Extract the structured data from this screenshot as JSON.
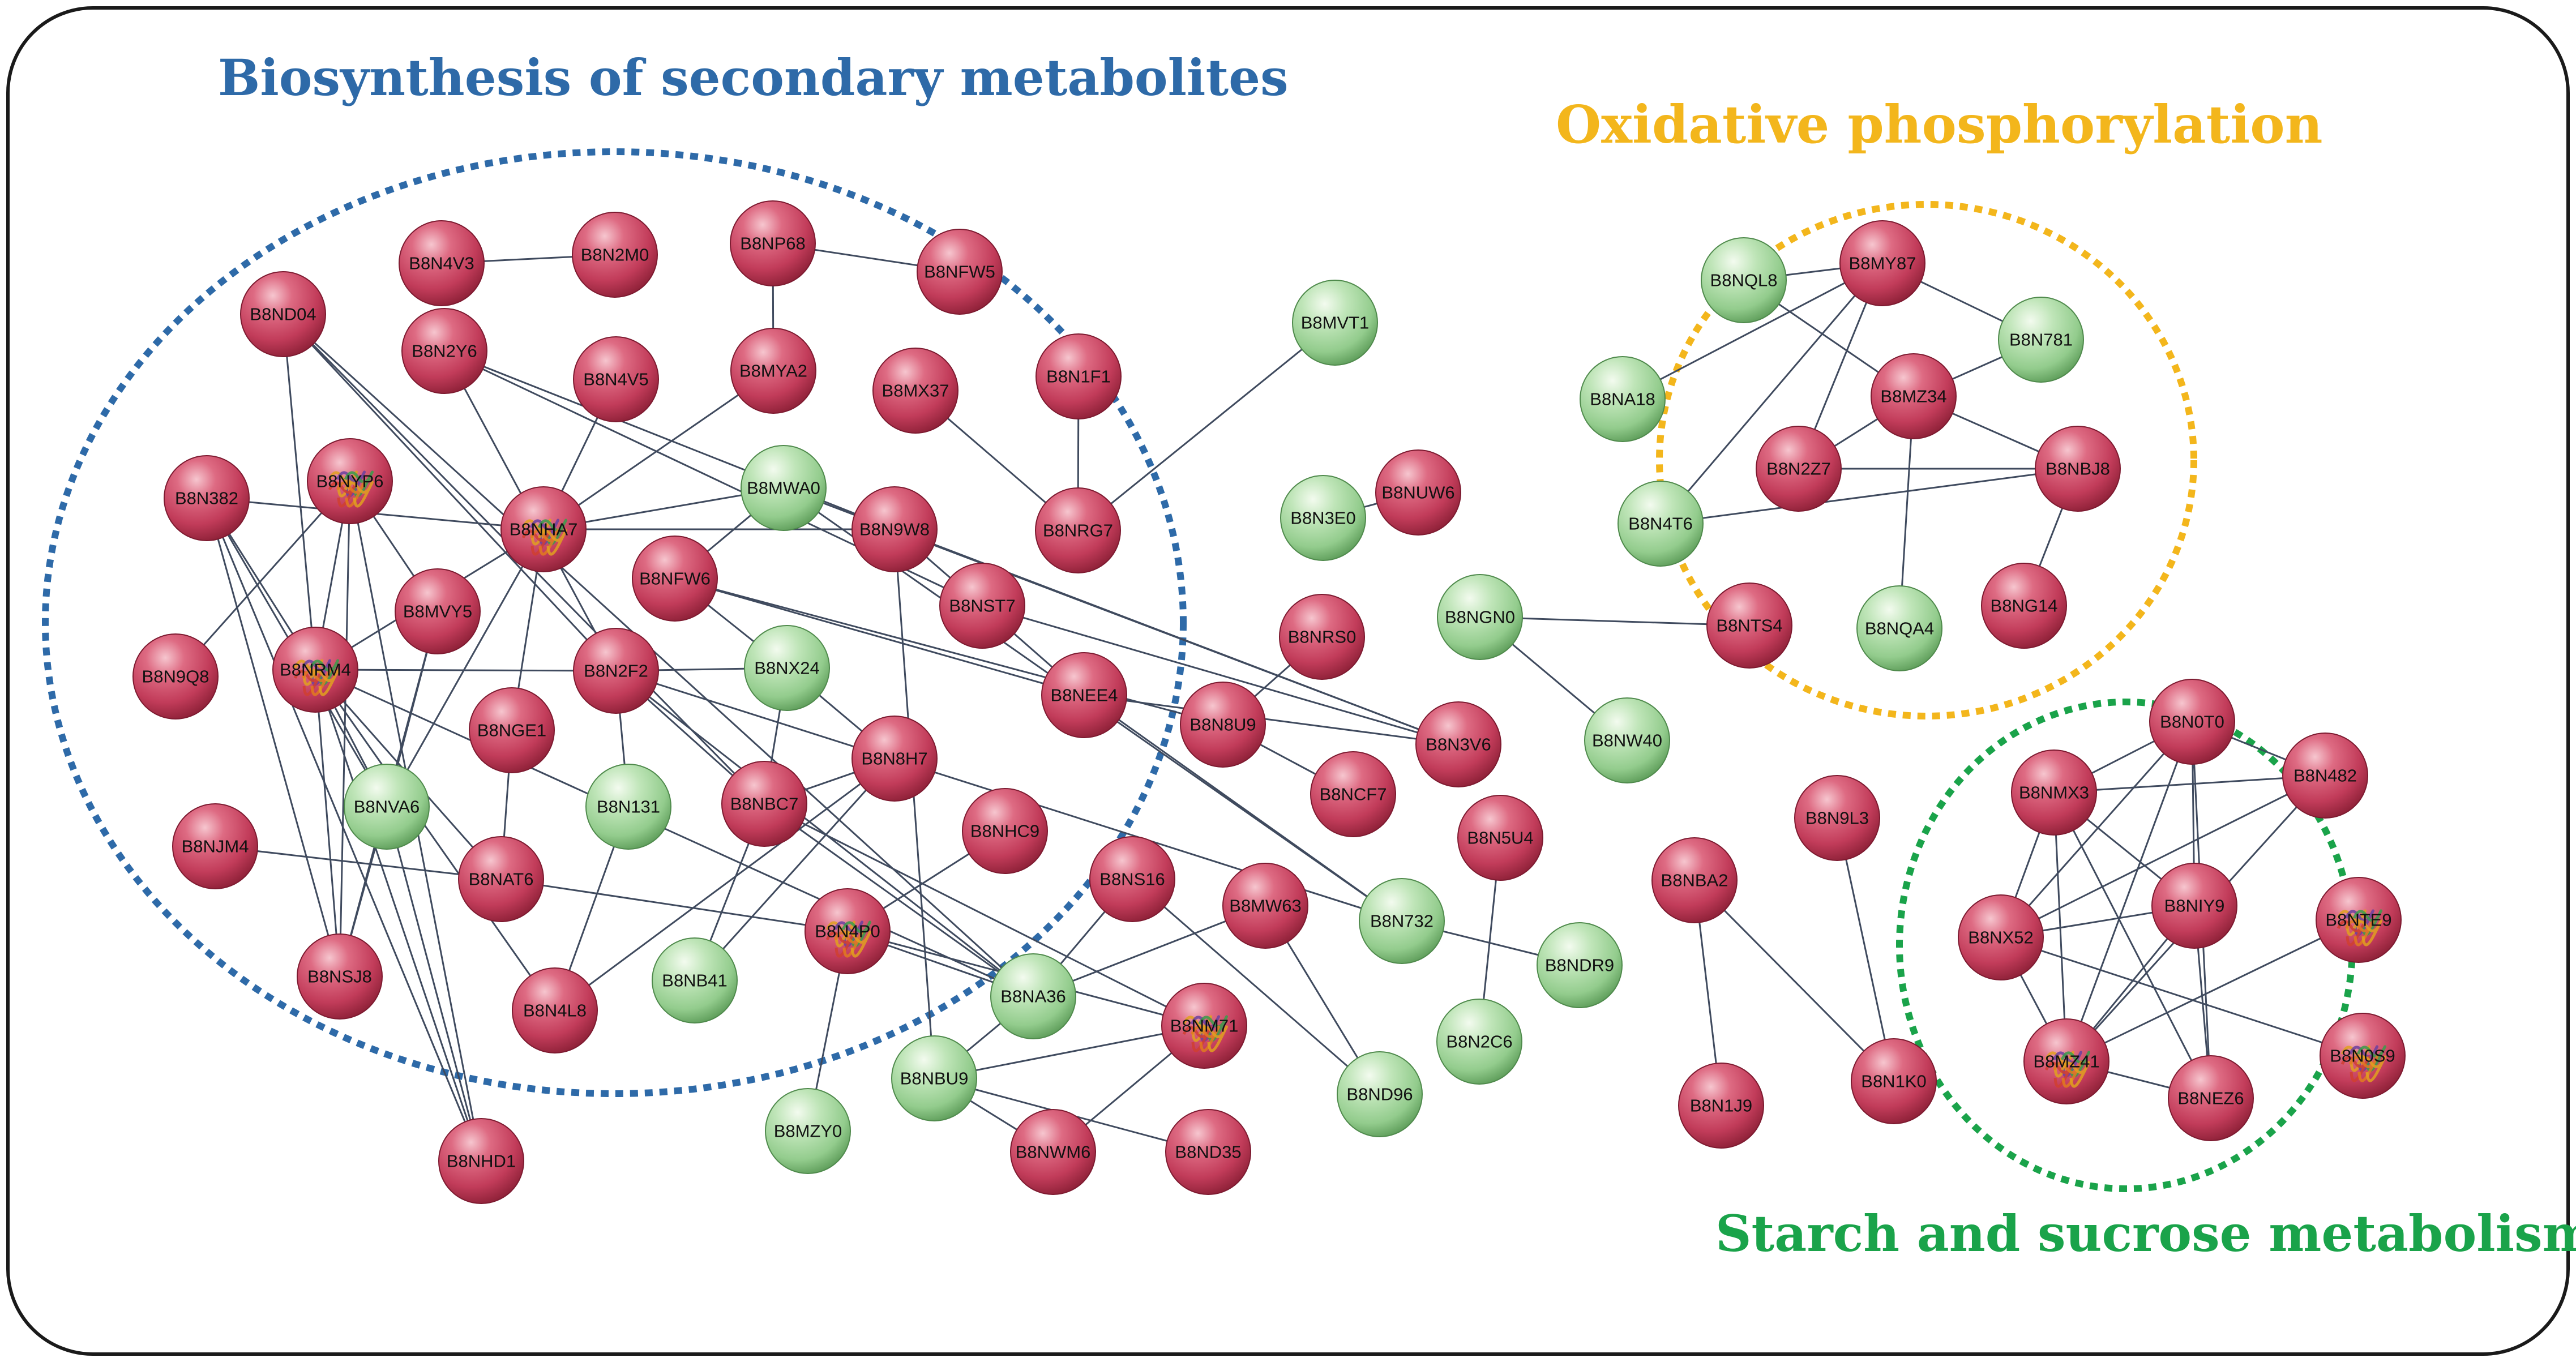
{
  "clusters": [
    {
      "id": "bio",
      "title": "Biosynthesis of secondary metabolites",
      "color": "#2e6aa8"
    },
    {
      "id": "ox",
      "title": "Oxidative phosphorylation",
      "color": "#f3b61c"
    },
    {
      "id": "starch",
      "title": "Starch and sucrose metabolism",
      "color": "#1aa34a"
    }
  ],
  "colors": {
    "red_node": "#c9425e",
    "green_node": "#9fd39a",
    "edge": "#3f4a5e",
    "frame": "#1a1a1a"
  },
  "nodes": [
    {
      "id": "B8N4V3",
      "color": "red"
    },
    {
      "id": "B8N2M0",
      "color": "red"
    },
    {
      "id": "B8NP68",
      "color": "red"
    },
    {
      "id": "B8NFW5",
      "color": "red"
    },
    {
      "id": "B8ND04",
      "color": "red"
    },
    {
      "id": "B8N2Y6",
      "color": "red"
    },
    {
      "id": "B8N4V5",
      "color": "red"
    },
    {
      "id": "B8MYA2",
      "color": "red"
    },
    {
      "id": "B8MX37",
      "color": "red"
    },
    {
      "id": "B8N1F1",
      "color": "red"
    },
    {
      "id": "B8N382",
      "color": "red"
    },
    {
      "id": "B8NYP6",
      "color": "red",
      "structure": true
    },
    {
      "id": "B8NHA7",
      "color": "red",
      "structure": true
    },
    {
      "id": "B8MWA0",
      "color": "green"
    },
    {
      "id": "B8N9W8",
      "color": "red"
    },
    {
      "id": "B8NRG7",
      "color": "red"
    },
    {
      "id": "B8NFW6",
      "color": "red"
    },
    {
      "id": "B8NST7",
      "color": "red"
    },
    {
      "id": "B8MVY5",
      "color": "red"
    },
    {
      "id": "B8N9Q8",
      "color": "red"
    },
    {
      "id": "B8NRM4",
      "color": "red",
      "structure": true
    },
    {
      "id": "B8N2F2",
      "color": "red"
    },
    {
      "id": "B8NX24",
      "color": "green"
    },
    {
      "id": "B8NEE4",
      "color": "red"
    },
    {
      "id": "B8NGE1",
      "color": "red"
    },
    {
      "id": "B8N131",
      "color": "green"
    },
    {
      "id": "B8NBC7",
      "color": "red"
    },
    {
      "id": "B8N8H7",
      "color": "red"
    },
    {
      "id": "B8NVA6",
      "color": "green"
    },
    {
      "id": "B8NJM4",
      "color": "red"
    },
    {
      "id": "B8NAT6",
      "color": "red"
    },
    {
      "id": "B8NHC9",
      "color": "red"
    },
    {
      "id": "B8N4P0",
      "color": "red",
      "structure": true
    },
    {
      "id": "B8NSJ8",
      "color": "red"
    },
    {
      "id": "B8N4L8",
      "color": "red"
    },
    {
      "id": "B8NB41",
      "color": "green"
    },
    {
      "id": "B8NHD1",
      "color": "red"
    },
    {
      "id": "B8MVT1",
      "color": "green"
    },
    {
      "id": "B8N3E0",
      "color": "green"
    },
    {
      "id": "B8NUW6",
      "color": "red"
    },
    {
      "id": "B8NRS0",
      "color": "red"
    },
    {
      "id": "B8NGN0",
      "color": "green"
    },
    {
      "id": "B8N8U9",
      "color": "red"
    },
    {
      "id": "B8N3V6",
      "color": "red"
    },
    {
      "id": "B8NCF7",
      "color": "red"
    },
    {
      "id": "B8NW40",
      "color": "green"
    },
    {
      "id": "B8NS16",
      "color": "red"
    },
    {
      "id": "B8MW63",
      "color": "red"
    },
    {
      "id": "B8N732",
      "color": "green"
    },
    {
      "id": "B8N5U4",
      "color": "red"
    },
    {
      "id": "B8NDR9",
      "color": "green"
    },
    {
      "id": "B8NA36",
      "color": "green"
    },
    {
      "id": "B8NM71",
      "color": "red",
      "structure": true
    },
    {
      "id": "B8N2C6",
      "color": "green"
    },
    {
      "id": "B8NBU9",
      "color": "green"
    },
    {
      "id": "B8ND96",
      "color": "green"
    },
    {
      "id": "B8MZY0",
      "color": "green"
    },
    {
      "id": "B8NWM6",
      "color": "red"
    },
    {
      "id": "B8ND35",
      "color": "red"
    },
    {
      "id": "B8NBA2",
      "color": "red"
    },
    {
      "id": "B8N9L3",
      "color": "red"
    },
    {
      "id": "B8N1J9",
      "color": "red"
    },
    {
      "id": "B8N1K0",
      "color": "red"
    },
    {
      "id": "B8NQL8",
      "color": "green"
    },
    {
      "id": "B8MY87",
      "color": "red"
    },
    {
      "id": "B8N781",
      "color": "green"
    },
    {
      "id": "B8NA18",
      "color": "green"
    },
    {
      "id": "B8MZ34",
      "color": "red"
    },
    {
      "id": "B8N2Z7",
      "color": "red"
    },
    {
      "id": "B8NBJ8",
      "color": "red"
    },
    {
      "id": "B8N4T6",
      "color": "green"
    },
    {
      "id": "B8NTS4",
      "color": "red"
    },
    {
      "id": "B8NQA4",
      "color": "green"
    },
    {
      "id": "B8NG14",
      "color": "red"
    },
    {
      "id": "B8N0T0",
      "color": "red"
    },
    {
      "id": "B8NMX3",
      "color": "red"
    },
    {
      "id": "B8N482",
      "color": "red"
    },
    {
      "id": "B8NX52",
      "color": "red"
    },
    {
      "id": "B8NIY9",
      "color": "red"
    },
    {
      "id": "B8NTE9",
      "color": "red",
      "structure": true
    },
    {
      "id": "B8MZ41",
      "color": "red",
      "structure": true
    },
    {
      "id": "B8NEZ6",
      "color": "red"
    },
    {
      "id": "B8N0S9",
      "color": "red",
      "structure": true
    }
  ],
  "edges": [
    [
      "B8N4V3",
      "B8N2M0"
    ],
    [
      "B8NP68",
      "B8NFW5"
    ],
    [
      "B8NP68",
      "B8MYA2"
    ],
    [
      "B8MYA2",
      "B8NHA7"
    ],
    [
      "B8N1F1",
      "B8NRG7"
    ],
    [
      "B8MX37",
      "B8NRG7"
    ],
    [
      "B8NRG7",
      "B8MVT1"
    ],
    [
      "B8N382",
      "B8NHA7"
    ],
    [
      "B8N382",
      "B8NVA6"
    ],
    [
      "B8N382",
      "B8NSJ8"
    ],
    [
      "B8N382",
      "B8NHD1"
    ],
    [
      "B8N382",
      "B8NRM4"
    ],
    [
      "B8NYP6",
      "B8NRM4"
    ],
    [
      "B8NYP6",
      "B8NSJ8"
    ],
    [
      "B8NYP6",
      "B8NHD1"
    ],
    [
      "B8NYP6",
      "B8MVY5"
    ],
    [
      "B8NYP6",
      "B8N9Q8"
    ],
    [
      "B8ND04",
      "B8NRM4"
    ],
    [
      "B8ND04",
      "B8N2F2"
    ],
    [
      "B8ND04",
      "B8NBC7"
    ],
    [
      "B8ND04",
      "B8NA36"
    ],
    [
      "B8N2Y6",
      "B8N9W8"
    ],
    [
      "B8N2Y6",
      "B8NST7"
    ],
    [
      "B8N2Y6",
      "B8N2F2"
    ],
    [
      "B8N4V5",
      "B8NHA7"
    ],
    [
      "B8NHA7",
      "B8MWA0"
    ],
    [
      "B8NHA7",
      "B8NRM4"
    ],
    [
      "B8NHA7",
      "B8NGE1"
    ],
    [
      "B8NHA7",
      "B8NVA6"
    ],
    [
      "B8NHA7",
      "B8N9W8"
    ],
    [
      "B8MWA0",
      "B8NFW6"
    ],
    [
      "B8MWA0",
      "B8N732"
    ],
    [
      "B8MWA0",
      "B8N3V6"
    ],
    [
      "B8NFW6",
      "B8N8U9"
    ],
    [
      "B8NFW6",
      "B8NEE4"
    ],
    [
      "B8NFW6",
      "B8NX24"
    ],
    [
      "B8N9W8",
      "B8NST7"
    ],
    [
      "B8N9W8",
      "B8NBU9"
    ],
    [
      "B8N9W8",
      "B8N3V6"
    ],
    [
      "B8NST7",
      "B8NEE4"
    ],
    [
      "B8NST7",
      "B8N3V6"
    ],
    [
      "B8NEE4",
      "B8N3V6"
    ],
    [
      "B8NEE4",
      "B8N732"
    ],
    [
      "B8MVY5",
      "B8NVA6"
    ],
    [
      "B8MVY5",
      "B8NSJ8"
    ],
    [
      "B8NRM4",
      "B8N2F2"
    ],
    [
      "B8NRM4",
      "B8NVA6"
    ],
    [
      "B8NRM4",
      "B8NAT6"
    ],
    [
      "B8NRM4",
      "B8NHD1"
    ],
    [
      "B8NRM4",
      "B8NSJ8"
    ],
    [
      "B8NRM4",
      "B8NA36"
    ],
    [
      "B8NRM4",
      "B8N4L8"
    ],
    [
      "B8N2F2",
      "B8NBC7"
    ],
    [
      "B8N2F2",
      "B8N131"
    ],
    [
      "B8N2F2",
      "B8NA36"
    ],
    [
      "B8N2F2",
      "B8NX24"
    ],
    [
      "B8N2F2",
      "B8N732"
    ],
    [
      "B8NX24",
      "B8NBC7"
    ],
    [
      "B8NGE1",
      "B8NAT6"
    ],
    [
      "B8NVA6",
      "B8NSJ8"
    ],
    [
      "B8NVA6",
      "B8NHD1"
    ],
    [
      "B8NJM4",
      "B8NAT6"
    ],
    [
      "B8NAT6",
      "B8N4P0"
    ],
    [
      "B8N131",
      "B8N4L8"
    ],
    [
      "B8NBC7",
      "B8N8H7"
    ],
    [
      "B8NBC7",
      "B8NB41"
    ],
    [
      "B8NBC7",
      "B8NA36"
    ],
    [
      "B8NBC7",
      "B8NM71"
    ],
    [
      "B8N8H7",
      "B8NB41"
    ],
    [
      "B8N8H7",
      "B8NX24"
    ],
    [
      "B8N8H7",
      "B8N4L8"
    ],
    [
      "B8NHC9",
      "B8N4P0"
    ],
    [
      "B8N4P0",
      "B8NA36"
    ],
    [
      "B8N4P0",
      "B8NM71"
    ],
    [
      "B8N4P0",
      "B8MZY0"
    ],
    [
      "B8NA36",
      "B8NS16"
    ],
    [
      "B8NA36",
      "B8MW63"
    ],
    [
      "B8NA36",
      "B8NBU9"
    ],
    [
      "B8NS16",
      "B8ND96"
    ],
    [
      "B8MW63",
      "B8ND96"
    ],
    [
      "B8NM71",
      "B8NWM6"
    ],
    [
      "B8NBU9",
      "B8NWM6"
    ],
    [
      "B8NBU9",
      "B8ND35"
    ],
    [
      "B8NBU9",
      "B8NM71"
    ],
    [
      "B8N3E0",
      "B8NUW6"
    ],
    [
      "B8NRS0",
      "B8N8U9"
    ],
    [
      "B8N8U9",
      "B8NCF7"
    ],
    [
      "B8NGN0",
      "B8NTS4"
    ],
    [
      "B8NGN0",
      "B8NW40"
    ],
    [
      "B8N732",
      "B8NDR9"
    ],
    [
      "B8N5U4",
      "B8N2C6"
    ],
    [
      "B8NBA2",
      "B8N1J9"
    ],
    [
      "B8NBA2",
      "B8N1K0"
    ],
    [
      "B8N9L3",
      "B8N1K0"
    ],
    [
      "B8NQL8",
      "B8MZ34"
    ],
    [
      "B8NQL8",
      "B8MY87"
    ],
    [
      "B8MY87",
      "B8N781"
    ],
    [
      "B8MY87",
      "B8NA18"
    ],
    [
      "B8MY87",
      "B8N2Z7"
    ],
    [
      "B8MY87",
      "B8N4T6"
    ],
    [
      "B8MZ34",
      "B8N781"
    ],
    [
      "B8MZ34",
      "B8NBJ8"
    ],
    [
      "B8MZ34",
      "B8NQA4"
    ],
    [
      "B8MZ34",
      "B8N2Z7"
    ],
    [
      "B8N2Z7",
      "B8NBJ8"
    ],
    [
      "B8N4T6",
      "B8NBJ8"
    ],
    [
      "B8NBJ8",
      "B8NG14"
    ],
    [
      "B8N0T0",
      "B8NMX3"
    ],
    [
      "B8N0T0",
      "B8N482"
    ],
    [
      "B8N0T0",
      "B8NIY9"
    ],
    [
      "B8N0T0",
      "B8NX52"
    ],
    [
      "B8N0T0",
      "B8NEZ6"
    ],
    [
      "B8N0T0",
      "B8MZ41"
    ],
    [
      "B8NMX3",
      "B8N482"
    ],
    [
      "B8NMX3",
      "B8NX52"
    ],
    [
      "B8NMX3",
      "B8NIY9"
    ],
    [
      "B8NMX3",
      "B8MZ41"
    ],
    [
      "B8NMX3",
      "B8NEZ6"
    ],
    [
      "B8N482",
      "B8NX52"
    ],
    [
      "B8N482",
      "B8MZ41"
    ],
    [
      "B8NX52",
      "B8NIY9"
    ],
    [
      "B8NX52",
      "B8N0S9"
    ],
    [
      "B8NX52",
      "B8MZ41"
    ],
    [
      "B8NIY9",
      "B8MZ41"
    ],
    [
      "B8NIY9",
      "B8NEZ6"
    ],
    [
      "B8NTE9",
      "B8MZ41"
    ],
    [
      "B8MZ41",
      "B8NEZ6"
    ]
  ]
}
